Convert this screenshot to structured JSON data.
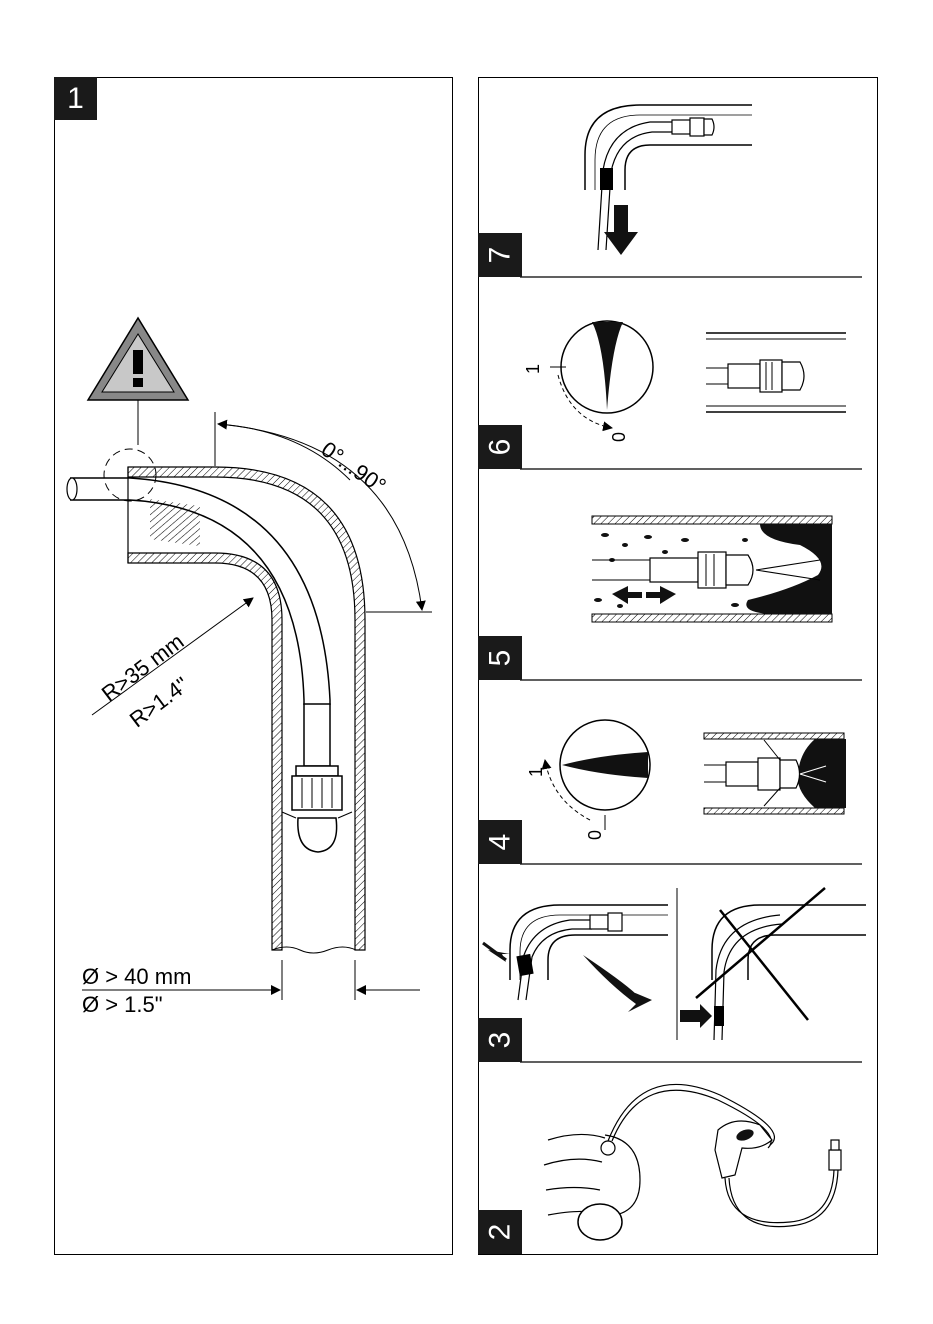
{
  "main_step": "1",
  "steps": [
    {
      "id": "7",
      "label": "7"
    },
    {
      "id": "6",
      "label": "6"
    },
    {
      "id": "5",
      "label": "5"
    },
    {
      "id": "4",
      "label": "4"
    },
    {
      "id": "3",
      "label": "3"
    },
    {
      "id": "2",
      "label": "2"
    }
  ],
  "dimensions": {
    "angle": "0°...90°",
    "radius_mm": "R>35 mm",
    "radius_in": "R>1.4\"",
    "diameter_mm": "Ø > 40 mm",
    "diameter_in": "Ø > 1.5\""
  },
  "dial6": {
    "one": "1",
    "zero": "0"
  },
  "dial4": {
    "one": "1",
    "zero": "0"
  },
  "icons": {
    "warning": "warning-triangle-icon",
    "arrow": "direction-arrow-icon"
  }
}
